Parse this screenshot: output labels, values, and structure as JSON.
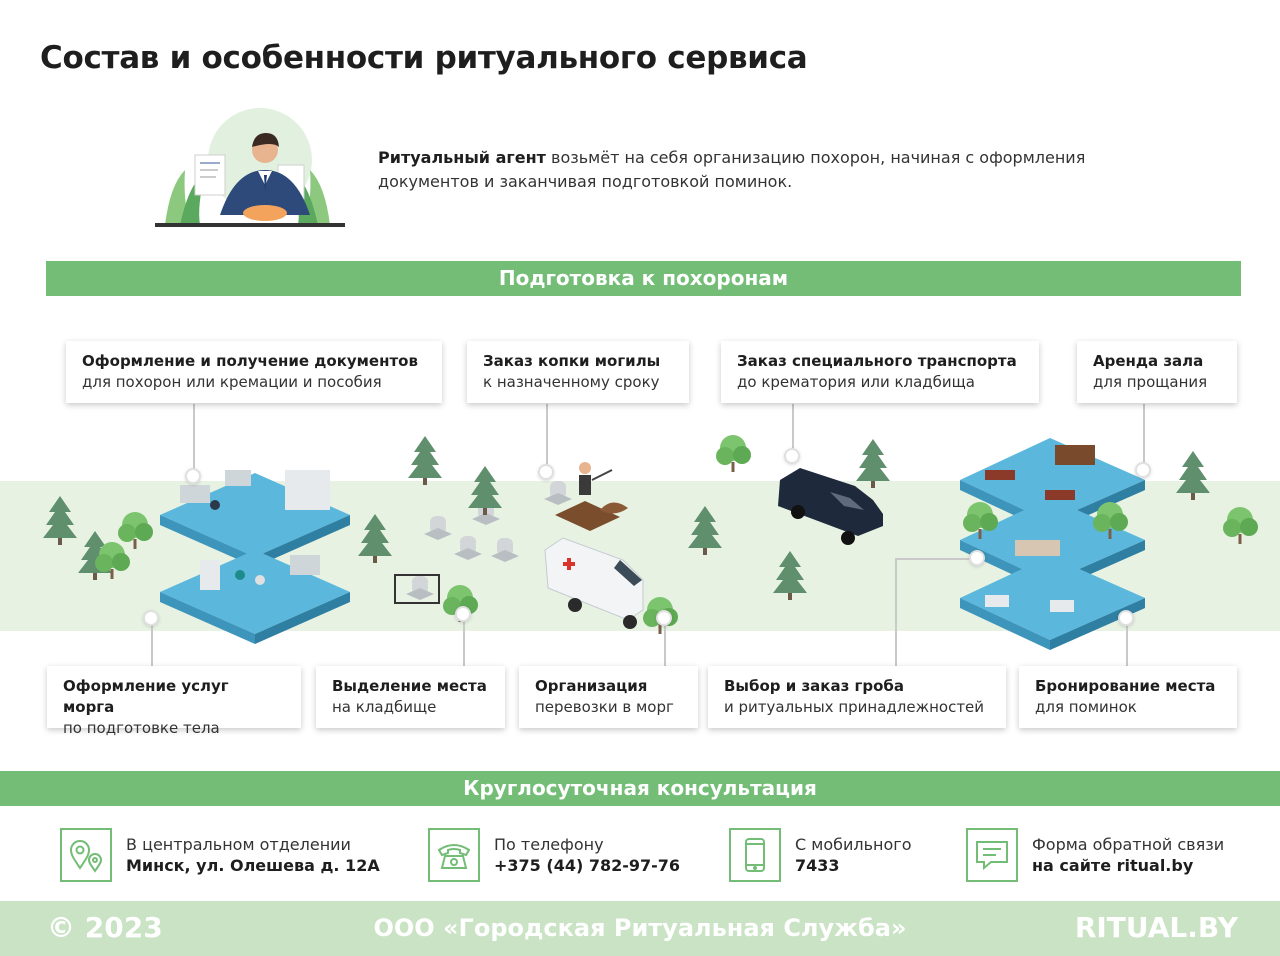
{
  "title": "Состав и особенности ритуального сервиса",
  "agent": {
    "bold": "Ритуальный агент",
    "text": " возьмёт на себя организацию похорон, начиная с оформления документов и заканчивая подготовкой поминок."
  },
  "prep_band": "Подготовка к похоронам",
  "top_cards": [
    {
      "title": "Оформление и получение документов",
      "sub": "для похорон или кремации и пособия"
    },
    {
      "title": "Заказ копки могилы",
      "sub": "к назначенному сроку"
    },
    {
      "title": "Заказ специального транспорта",
      "sub": "до крематория или кладбища"
    },
    {
      "title": "Аренда зала",
      "sub": "для прощания"
    }
  ],
  "bottom_cards": [
    {
      "title": "Оформление услуг морга",
      "sub": "по подготовке тела"
    },
    {
      "title": "Выделение места",
      "sub": "на кладбище"
    },
    {
      "title": "Организация",
      "sub": "перевозки в морг"
    },
    {
      "title": "Выбор и заказ гроба",
      "sub": "и ритуальных принадлежностей"
    },
    {
      "title": "Бронирование места",
      "sub": "для поминок"
    }
  ],
  "consult_band": "Круглосуточная консультация",
  "contacts": [
    {
      "icon": "location-pin-icon",
      "line1": "В центральном отделении",
      "line2": "Минск, ул. Олешева д. 12А"
    },
    {
      "icon": "telephone-icon",
      "line1": "По телефону",
      "line2": "+375 (44) 782-97-76"
    },
    {
      "icon": "mobile-phone-icon",
      "line1": "С мобильного",
      "line2": "7433"
    },
    {
      "icon": "chat-bubble-icon",
      "line1": "Форма обратной связи",
      "line2": "на сайте ritual.by"
    }
  ],
  "footer": {
    "copyright": "© 2023",
    "org": "ООО «Городская Ритуальная Служба»",
    "site": "RITUAL.BY"
  },
  "colors": {
    "accent": "#74bd76",
    "ground": "#e7f2e3",
    "footer": "#c9e3c4",
    "floor": "#5bb8dc"
  }
}
